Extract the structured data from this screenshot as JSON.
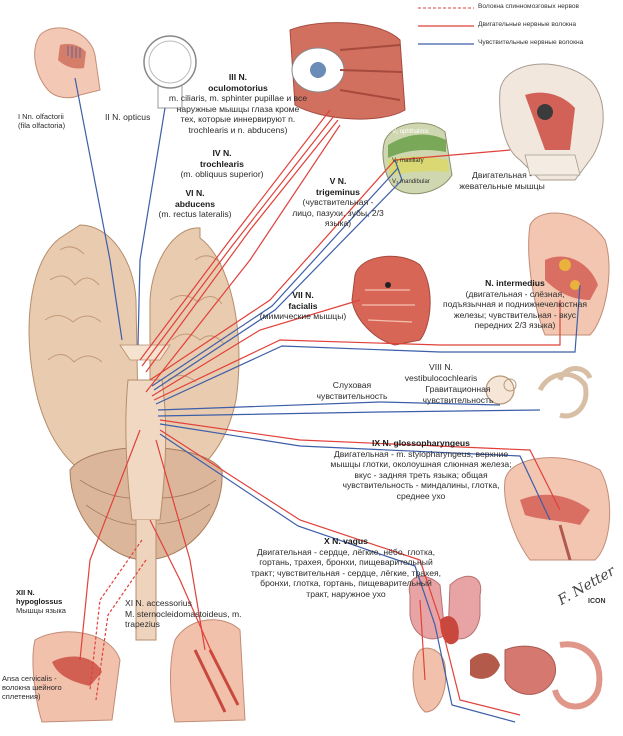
{
  "legend": {
    "spinal": "Волокна спинномозговых нервов",
    "motor": "Двигательные нервные волокна",
    "sensory": "Чувствительные нервные волокна"
  },
  "colors": {
    "motor": "#e0413a",
    "sensory": "#3d5ea8",
    "brain": "#e8c8a8",
    "brain_dark": "#c9a17f",
    "skin": "#f0c6b6",
    "muscle": "#c8483e"
  },
  "nerves": {
    "n1": {
      "title": "I Nn. olfactorii",
      "text": "(fila olfactoria)"
    },
    "n2": {
      "title": "II N. opticus"
    },
    "n3": {
      "title": "III N.",
      "title2": "oculomotorius",
      "text": "m. ciliaris, m. sphinter pupillae и все наружные мышцы глаза кроме тех, которые иннервируют n. trochlearis и n. abducens)"
    },
    "n4": {
      "title": "IV N.",
      "title2": "trochlearis",
      "text": "(m. obliquus superior)"
    },
    "n6": {
      "title": "VI N.",
      "title2": "abducens",
      "text": "(m. rectus lateralis)"
    },
    "n5": {
      "title": "V N.",
      "title2": "trigeminus",
      "text": "(чувствительная - лицо, пазухи, зубы, 2/3 языка)",
      "motor_text": "Двигательная - жевательные мышцы"
    },
    "n7": {
      "title": "VII N.",
      "title2": "facialis",
      "text": "(мимические мышцы)"
    },
    "ni": {
      "title": "N. intermedius",
      "text": "(двигательная - слёзная, подъязычная и поднижнечелюстная железы; чувствительная - вкус передних 2/3 языка)"
    },
    "n8": {
      "title": "VIII N.",
      "title2": "vestibulocochlearis",
      "hear": "Слуховая чувствительность",
      "grav": "Гравитационная чувствительность"
    },
    "n9": {
      "title": "IX N. glossopharyngeus",
      "text": "Двигательная - m. stylopharyngeus, верхние мышцы глотки, околоушная слюнная железа; вкус - задняя треть языка; общая чувствительность - миндалины, глотка, среднее ухо"
    },
    "n10": {
      "title": "X N. vagus",
      "text": "Двигательная - сердце, лёгкие, нёбо, глотка, гортань, трахея, бронхи, пищеварительный тракт; чувствительная - сердце, лёгкие, трахея, бронхи, глотка, гортань, пищеварительный тракт, наружное ухо"
    },
    "n11": {
      "title": "XI N. accessorius",
      "text": "M. sternocleidomastoideus, m. trapezius"
    },
    "n12": {
      "title": "XII N.",
      "title2": "hypoglossus",
      "text": "Мышцы языка"
    },
    "ansa": {
      "text": "Ansa cervicalis - волокна шейного сплетения)"
    }
  },
  "face_zones": [
    "V₁ ophthalmic",
    "V₂ maxillary",
    "V₃ mandibular"
  ],
  "watermark": "ICON",
  "signature": "F. Netter"
}
